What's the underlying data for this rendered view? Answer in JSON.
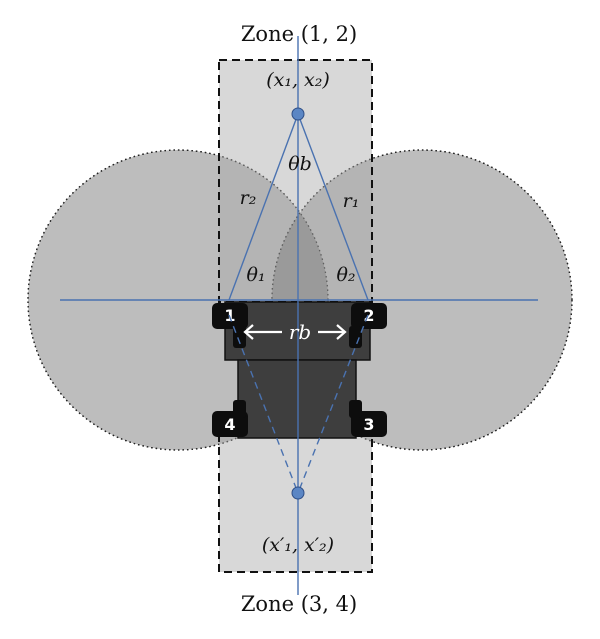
{
  "zones": {
    "top": "Zone (1, 2)",
    "bottom": "Zone (3, 4)"
  },
  "points": {
    "top": "(x₁, x₂)",
    "bottom": "(x′₁, x′₂)"
  },
  "symbols": {
    "theta_b": "θb",
    "r1": "r₁",
    "r2": "r₂",
    "theta1": "θ₁",
    "theta2": "θ₂",
    "rb": "rb"
  },
  "wheels": [
    "1",
    "2",
    "3",
    "4"
  ],
  "colors": {
    "line": "#4a72b0",
    "circle_fill": "#bdbdbd",
    "overlap_fill": "#8f8f8f",
    "zone_fill": "#a8a8a8",
    "robot_body": "#3e3e3e",
    "wheel": "#0d0d0d",
    "point": "#5b86c4"
  }
}
